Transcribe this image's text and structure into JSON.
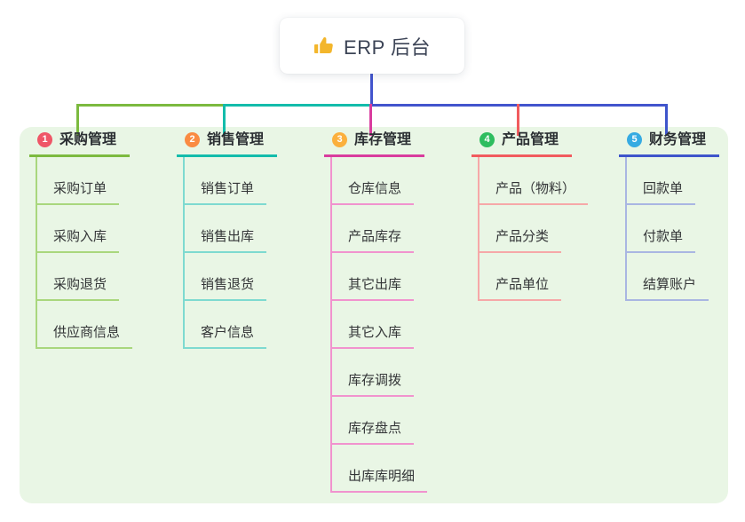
{
  "root": {
    "title": "ERP 后台",
    "icon": "thumbs-up-icon",
    "icon_color": "#f3b62c"
  },
  "panel": {
    "background": "#e9f6e5"
  },
  "trunk_color": "#4254cd",
  "branches": [
    {
      "num": "1",
      "label": "采购管理",
      "badge_color": "#ef5667",
      "line_color": "#7cba3f",
      "child_line_color": "#a9d77d",
      "children": [
        "采购订单",
        "采购入库",
        "采购退货",
        "供应商信息"
      ]
    },
    {
      "num": "2",
      "label": "销售管理",
      "badge_color": "#fa8b42",
      "line_color": "#13bcab",
      "child_line_color": "#7edad0",
      "children": [
        "销售订单",
        "销售出库",
        "销售退货",
        "客户信息"
      ]
    },
    {
      "num": "3",
      "label": "库存管理",
      "badge_color": "#fbb03d",
      "line_color": "#d93c9e",
      "child_line_color": "#f193ce",
      "children": [
        "仓库信息",
        "产品库存",
        "其它出库",
        "其它入库",
        "库存调拨",
        "库存盘点",
        "出库库明细"
      ]
    },
    {
      "num": "4",
      "label": "产品管理",
      "badge_color": "#2ebd5f",
      "line_color": "#f15b5e",
      "child_line_color": "#f6a8a8",
      "children": [
        "产品（物料）",
        "产品分类",
        "产品单位"
      ]
    },
    {
      "num": "5",
      "label": "财务管理",
      "badge_color": "#36abe2",
      "line_color": "#3e55cb",
      "child_line_color": "#a9b6e2",
      "children": [
        "回款单",
        "付款单",
        "结算账户"
      ]
    }
  ]
}
